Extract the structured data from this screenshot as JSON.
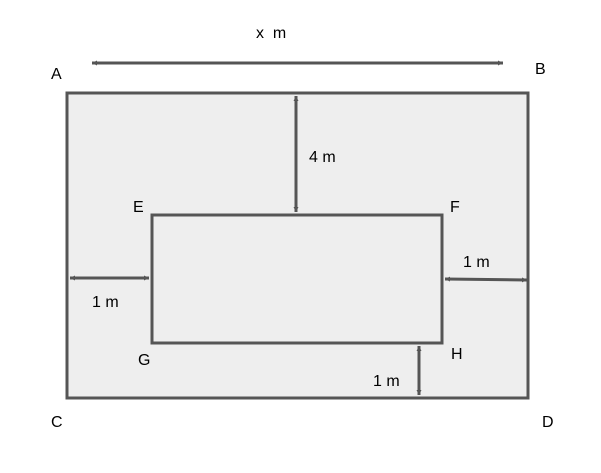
{
  "diagram": {
    "colors": {
      "background": "#ffffff",
      "rect_fill": "#eeeeee",
      "stroke": "#555555",
      "text": "#000000"
    },
    "corners": {
      "A": "A",
      "B": "B",
      "C": "C",
      "D": "D",
      "E": "E",
      "F": "F",
      "G": "G",
      "H": "H"
    },
    "dimensions": {
      "width": "x  m",
      "top_gap": "4 m",
      "left_gap": "1 m",
      "right_gap": "1 m",
      "bottom_gap": "1 m"
    }
  }
}
